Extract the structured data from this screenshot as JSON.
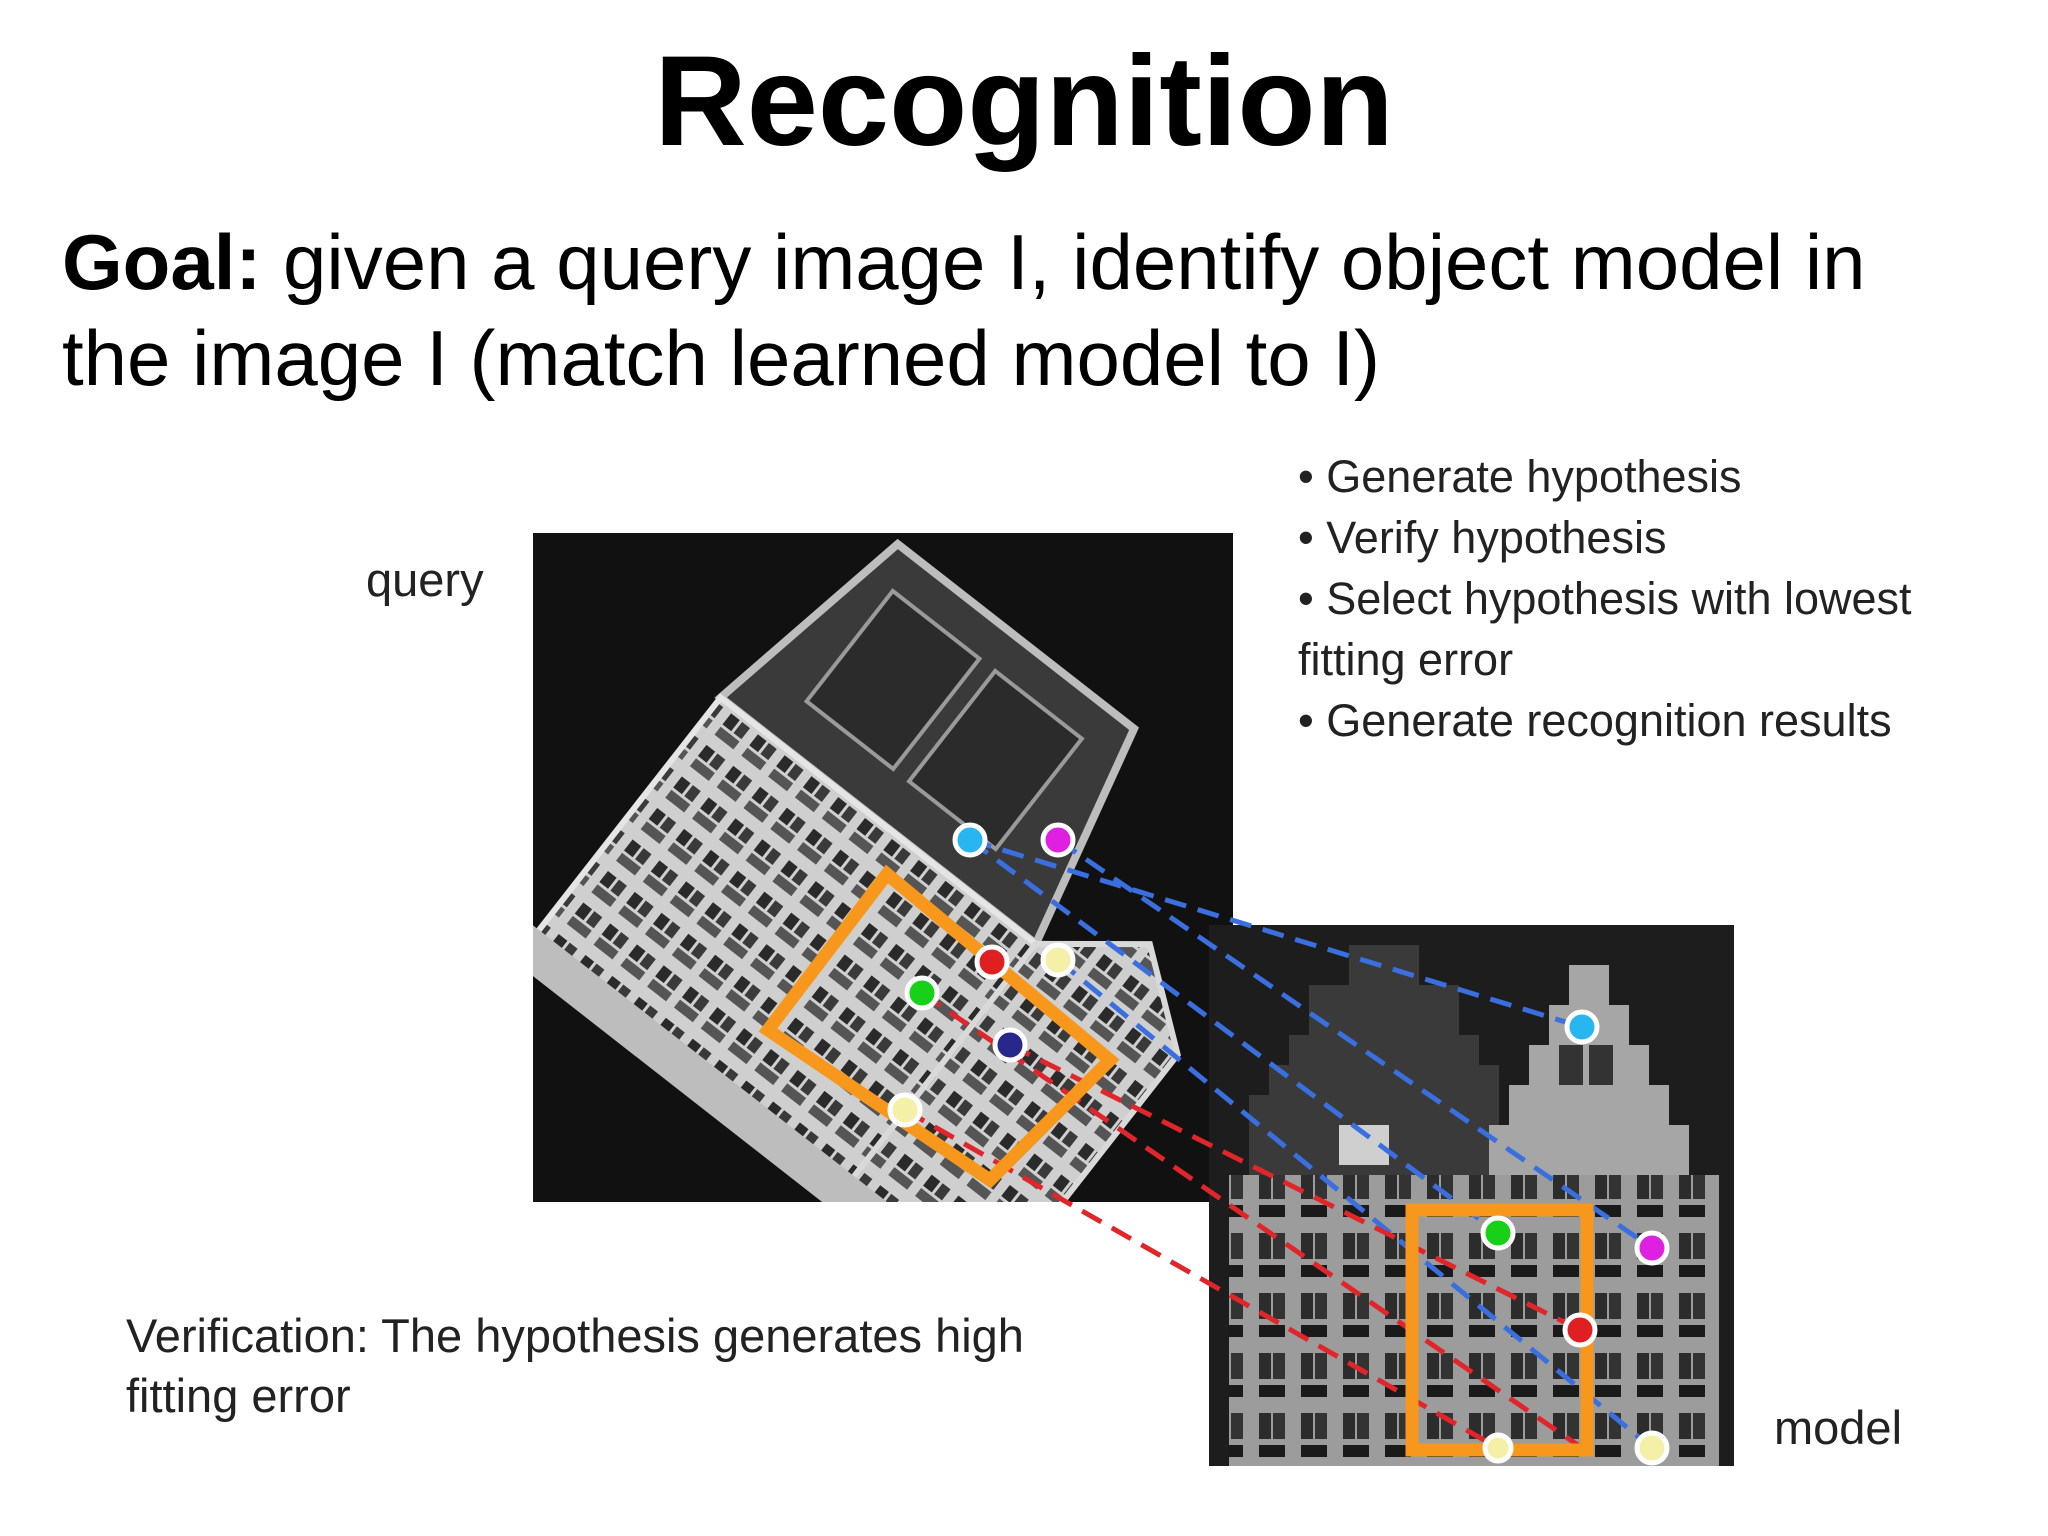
{
  "title": "Recognition",
  "goal": {
    "label": "Goal:",
    "line1": "given a query image I, identify object model in",
    "line2": "the image I (match learned model to I)"
  },
  "labels": {
    "query": "query",
    "model": "model"
  },
  "steps": [
    "• Generate hypothesis",
    "• Verify hypothesis",
    "•  Select hypothesis with lowest",
    "fitting error",
    "• Generate recognition results"
  ],
  "verification": {
    "line1": "Verification: The hypothesis generates high",
    "line2": "fitting error"
  },
  "colors": {
    "box": "#f7981d",
    "match_line_blue": "#3a6fe0",
    "match_line_red": "#e0262a",
    "keypoint_cyan": "#29b6f0",
    "keypoint_magenta": "#e020e0",
    "keypoint_green": "#18d018",
    "keypoint_yellow": "#f4f0a8",
    "keypoint_navy": "#28288c",
    "keypoint_red": "#e02020"
  }
}
